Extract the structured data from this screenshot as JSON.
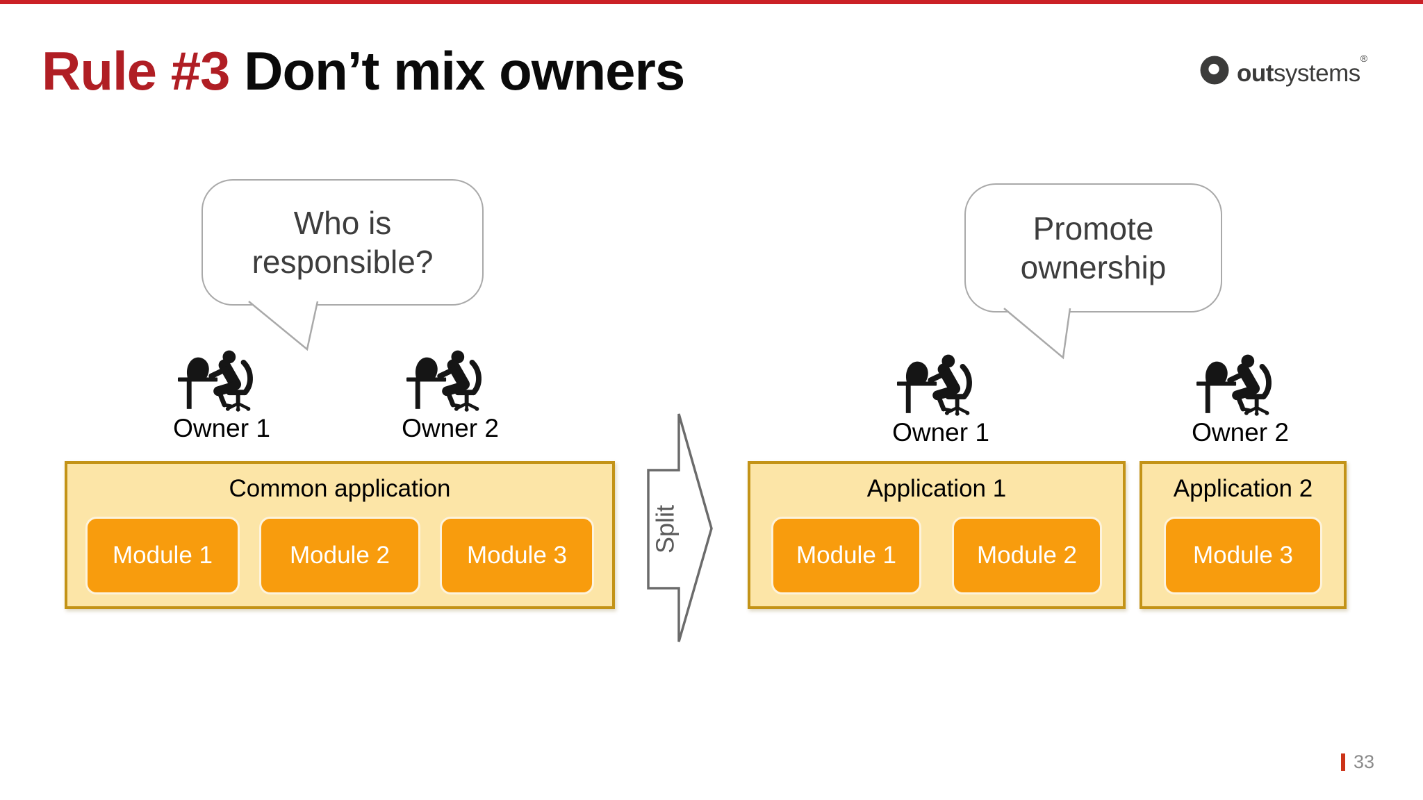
{
  "slide": {
    "title": {
      "rule": "Rule #3",
      "rest": " Don’t mix owners"
    },
    "page_number": "33"
  },
  "logo": {
    "icon": "outsystems-donut-icon",
    "text_bold": "out",
    "text_regular": "systems",
    "registered": "®"
  },
  "left": {
    "bubble": {
      "line1": "Who is",
      "line2": "responsible?"
    },
    "owners": [
      {
        "label": "Owner 1"
      },
      {
        "label": "Owner 2"
      }
    ],
    "application": {
      "title": "Common application",
      "modules": [
        "Module 1",
        "Module 2",
        "Module 3"
      ]
    }
  },
  "arrow": {
    "label": "Split"
  },
  "right": {
    "bubble": {
      "line1": "Promote",
      "line2": "ownership"
    },
    "owners": [
      {
        "label": "Owner 1"
      },
      {
        "label": "Owner 2"
      }
    ],
    "applications": [
      {
        "title": "Application 1",
        "modules": [
          "Module 1",
          "Module 2"
        ]
      },
      {
        "title": "Application 2",
        "modules": [
          "Module 3"
        ]
      }
    ]
  },
  "icons": {
    "owner": "person-at-desk",
    "logo": "donut-circle"
  },
  "colors": {
    "top_bar": "#CB2026",
    "title_red": "#B01E24",
    "title_black": "#0A0A0A",
    "app_box_fill": "#FCE5A7",
    "app_box_border": "#C39317",
    "module_fill": "#F89C0D",
    "module_border": "#FDF3DC",
    "module_text": "#FFFFFF",
    "bubble_border": "#A9A9A9",
    "bubble_text": "#3D3D3D",
    "arrow_border": "#6B6B6B",
    "arrow_text": "#5A5A5A",
    "logo_dark": "#3B3B3A",
    "footer_tick": "#CC3318",
    "page_number_gray": "#8A8A8A"
  }
}
